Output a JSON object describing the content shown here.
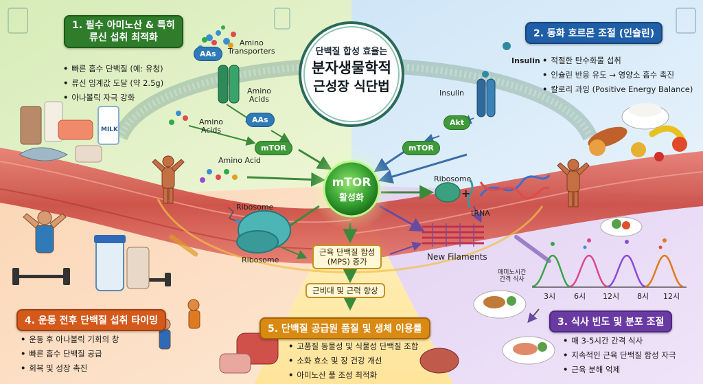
{
  "center": {
    "line1": "단백질 합성 효율는",
    "line2": "분자생물학적",
    "line3": "근성장 식단법"
  },
  "hub": {
    "line1": "mTOR",
    "line2": "활성화"
  },
  "sections": {
    "s1": {
      "title_line1": "1. 필수 아미노산 & 특히",
      "title_line2": "류신 섭취 최적화",
      "bullets": [
        "빠른 흡수 단백질 (예: 유청)",
        "류신 임계값 도달 (약 2.5g)",
        "아나볼릭 자극 강화"
      ]
    },
    "s2": {
      "title": "2. 동화 호르몬 조절 (인슐린)",
      "bullets": [
        "적절한 탄수화물 섭취",
        "인슐린 반응 유도 → 영양소 흡수 촉진",
        "칼로리 과잉 (Positive Energy Balance)"
      ]
    },
    "s3": {
      "title": "3. 식사 빈도 및 분포 조절",
      "bullets": [
        "매 3-5시간 간격 식사",
        "지속적인 근육 단백질 합성 자극",
        "근육 분해 억제"
      ]
    },
    "s4": {
      "title": "4. 운동 전후 단백질 섭취 타이밍",
      "bullets": [
        "운동 후 아나볼릭 기회의 창",
        "빠른 흡수 단백질 공급",
        "회복 및 성장 촉진"
      ]
    },
    "s5": {
      "title": "5. 단백질 공급원 품질 및 생체 이용률",
      "bullets": [
        "고품질 동물성 및 식물성 단백질 조합",
        "소화 효소 및 장 건강 개선",
        "아미노산 풀 조성 최적화"
      ]
    }
  },
  "labels": {
    "amino_transporters": "Amino\nTransporters",
    "aas1": "AAs",
    "aas2": "AAs",
    "amino_acids_1": "Amino\nAcids",
    "amino_acids_2": "Amino\nAcids",
    "amino_acid": "Amino Acid",
    "mtor_left": "mTOR",
    "mtor_right": "mTOR",
    "akt": "Akt",
    "insulin_1": "Insulin",
    "insulin_2": "Insulin",
    "ribosome_left_top": "Ribosome",
    "ribosome_left_bottom": "Ribosome",
    "ribosome_right": "Ribosome",
    "trna": "tRNA",
    "new_filaments": "New Filaments",
    "milk": "MILK",
    "plus": "+"
  },
  "flow": {
    "mps_line1": "근육 단백질 합성",
    "mps_line2": "(MPS) 증가",
    "growth": "근비대 및 근력 향상"
  },
  "meal_chart": {
    "interval_label_line1": "매미노시간",
    "interval_label_line2": "간격 식사",
    "ticks": [
      "3시",
      "6시",
      "12시",
      "8시",
      "12시"
    ],
    "peak_colors": [
      "#3aa34a",
      "#d84a8a",
      "#8a4ad8",
      "#e07a1a"
    ]
  },
  "colors": {
    "green": "#2f7d2a",
    "blue": "#1f5fa8",
    "purple": "#6a3aa3",
    "orange": "#d45a1c",
    "amber": "#d98a12"
  }
}
